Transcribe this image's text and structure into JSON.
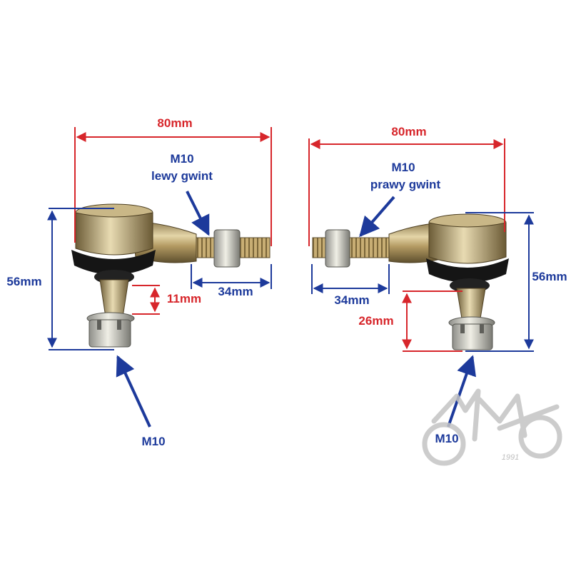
{
  "colors": {
    "red_dimension": "#d7262b",
    "blue_dimension": "#1d3a9b",
    "logo_gray": "#c4c4c4"
  },
  "left_part": {
    "length_label": "80mm",
    "thread_label_line1": "M10",
    "thread_label_line2": "lewy gwint",
    "height_label": "56mm",
    "stud_label": "11mm",
    "thread_length_label": "34mm",
    "bottom_thread_label": "M10"
  },
  "right_part": {
    "length_label": "80mm",
    "thread_label_line1": "M10",
    "thread_label_line2": "prawy gwint",
    "height_label": "56mm",
    "stud_label": "26mm",
    "thread_length_label": "34mm",
    "bottom_thread_label": "M10"
  },
  "logo": {
    "year": "1991"
  }
}
